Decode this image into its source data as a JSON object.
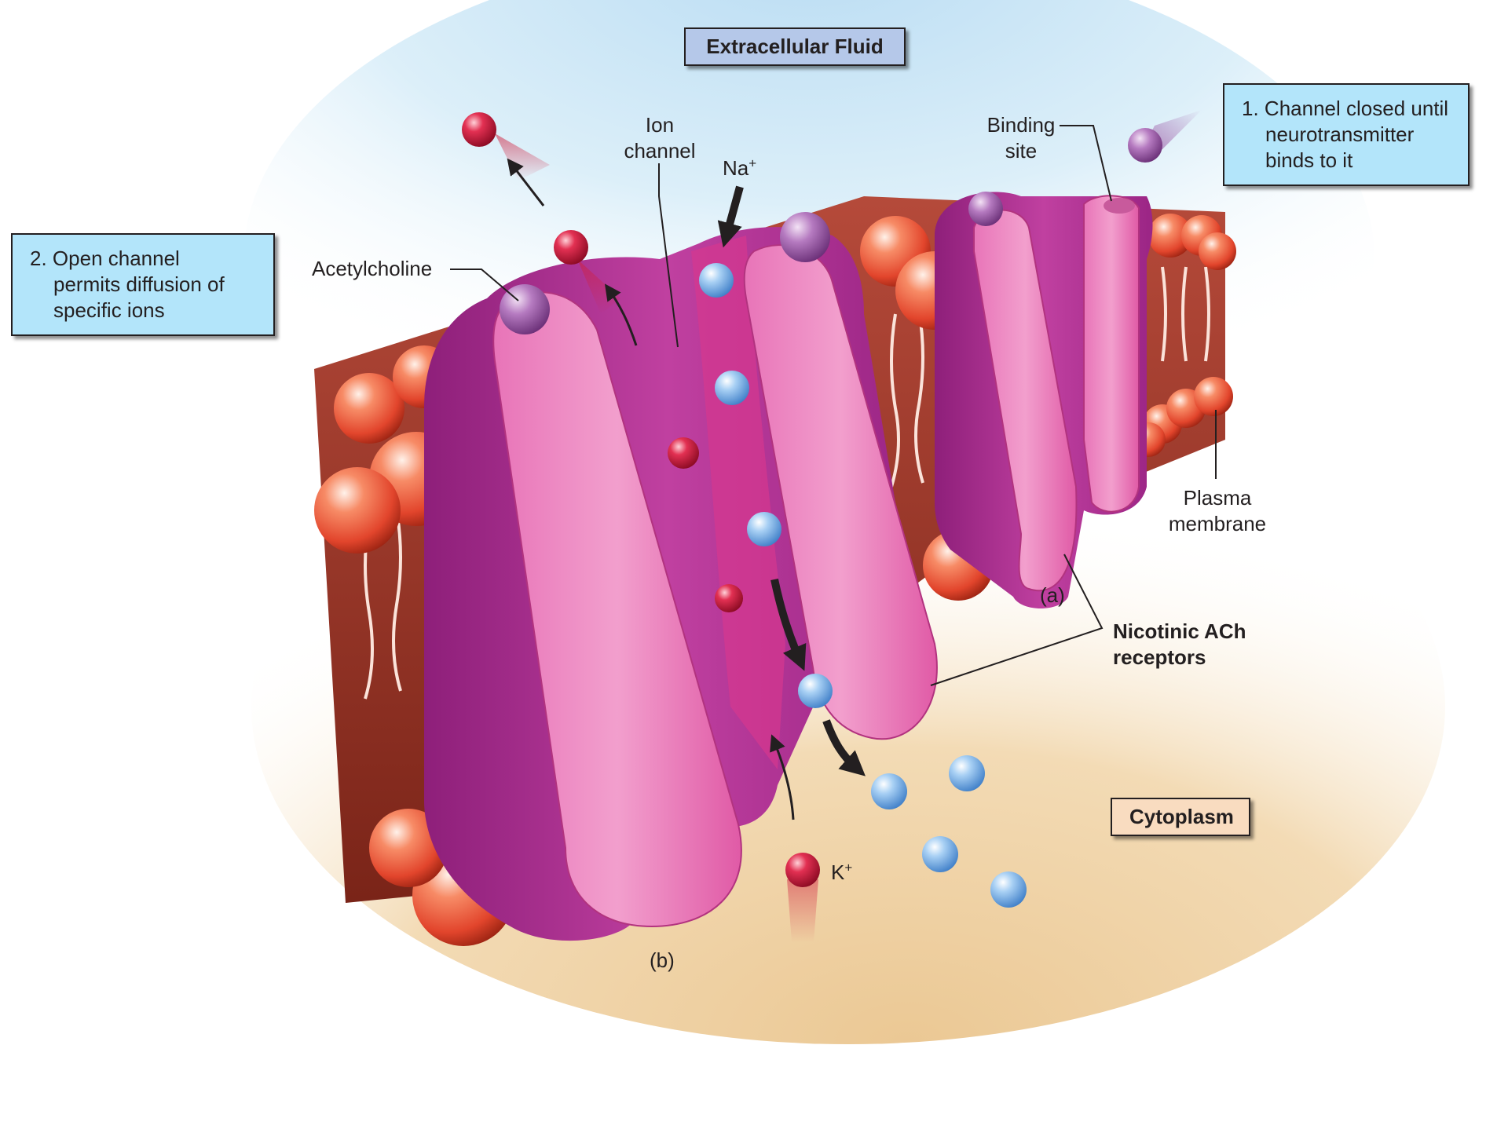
{
  "regions": {
    "extracellular": "Extracellular Fluid",
    "cytoplasm": "Cytoplasm"
  },
  "steps": {
    "step1": {
      "number": "1.",
      "lines": [
        "Channel closed until",
        "neurotransmitter",
        "binds to it"
      ]
    },
    "step2": {
      "number": "2.",
      "lines": [
        "Open channel",
        "permits diffusion of",
        "specific ions"
      ]
    }
  },
  "labels": {
    "ion_channel": [
      "Ion",
      "channel"
    ],
    "binding_site": [
      "Binding",
      "site"
    ],
    "acetylcholine": "Acetylcholine",
    "plasma_membrane": [
      "Plasma",
      "membrane"
    ],
    "nicotinic_ach": [
      "Nicotinic ACh",
      "receptors"
    ],
    "na_ion": {
      "symbol": "Na",
      "charge": "+"
    },
    "k_ion": {
      "symbol": "K",
      "charge": "+"
    },
    "panel_a": "(a)",
    "panel_b": "(b)"
  },
  "colors": {
    "extracellular_fluid": "#cfe8f7",
    "cytoplasm": "#f3d9b1",
    "region_box_top": "#b5c8e9",
    "region_box_bottom": "#f9dcc0",
    "step_box": "#b3e5fa",
    "receptor_pink": "#e25aa8",
    "receptor_dark": "#a3268a",
    "acetylcholine": "#9b5aa6",
    "phospholipid_head": "#ef5a3c",
    "sodium_ion": "#6aa8e6",
    "potassium_ion": "#c8123a"
  }
}
